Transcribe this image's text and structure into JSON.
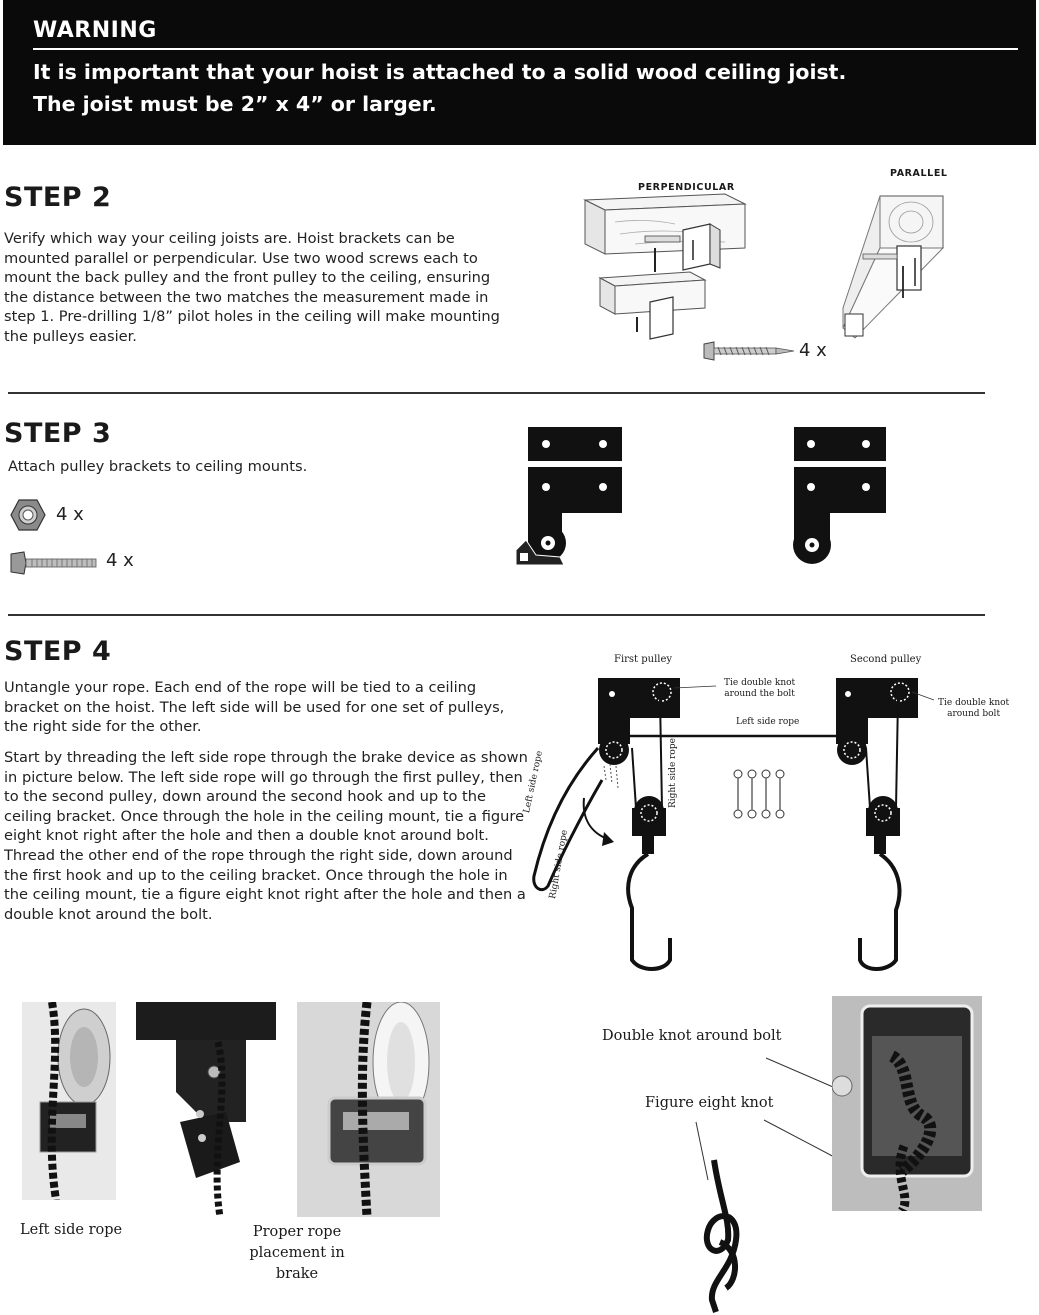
{
  "warning": {
    "title": "WARNING",
    "line1": "It is important that your hoist is attached to a solid wood ceiling joist.",
    "line2": "The joist must be 2” x 4” or larger."
  },
  "step2": {
    "title": "STEP 2",
    "lines": [
      "Verify which way your ceiling joists are. Hoist brackets can be",
      "mounted parallel or perpendicular. Use two wood screws each to",
      "mount the back pulley and the front pulley to the ceiling, ensuring",
      "the distance between the two matches the measurement made in",
      "step 1. Pre-drilling 1/8” pilot holes in the ceiling will make mounting",
      "the pulleys easier."
    ],
    "label_perpendicular": "PERPENDICULAR",
    "label_parallel": "PARALLEL",
    "screw_qty": "4 x"
  },
  "step3": {
    "title": "STEP 3",
    "text": "Attach pulley brackets to ceiling mounts.",
    "nut_qty": "4 x",
    "bolt_qty": "4 x"
  },
  "step4": {
    "title": "STEP 4",
    "para1": [
      "Untangle your rope. Each end of the rope will be tied to a ceiling",
      "bracket on the hoist. The left side will be used for one set of pulleys,",
      "the right side for the other."
    ],
    "para2": [
      "Start by threading the left side rope through the brake device as shown",
      "in picture below. The left side rope will go through the first pulley, then",
      "to the second pulley, down around the second hook and up to the",
      "ceiling bracket. Once through the hole in the ceiling mount, tie a figure",
      "eight knot right after the hole and then a double knot around bolt.",
      "Thread the other end of the rope through the right side, down around",
      "the first hook and up to the ceiling bracket. Once through the hole in",
      "the ceiling mount, tie a figure eight knot right after the hole and then a",
      "double knot around the bolt."
    ],
    "diagram": {
      "first_pulley": "First pulley",
      "second_pulley": "Second pulley",
      "tie_knot_1a": "Tie double knot",
      "tie_knot_1b": "around the bolt",
      "tie_knot_2a": "Tie double knot",
      "tie_knot_2b": "around bolt",
      "left_side_rope_h": "Left side rope",
      "left_side_rope_v": "Left side rope",
      "right_side_rope_v1": "Right side rope",
      "right_side_rope_v2": "Right side rope"
    },
    "photos": {
      "caption_left": "Left side rope",
      "caption_brake_1": "Proper rope",
      "caption_brake_2": "placement in brake",
      "double_knot": "Double knot around bolt",
      "figure_eight": "Figure eight knot"
    }
  },
  "colors": {
    "banner": "#0a0a0a",
    "text": "#1a1a1a",
    "rule": "#333333"
  }
}
